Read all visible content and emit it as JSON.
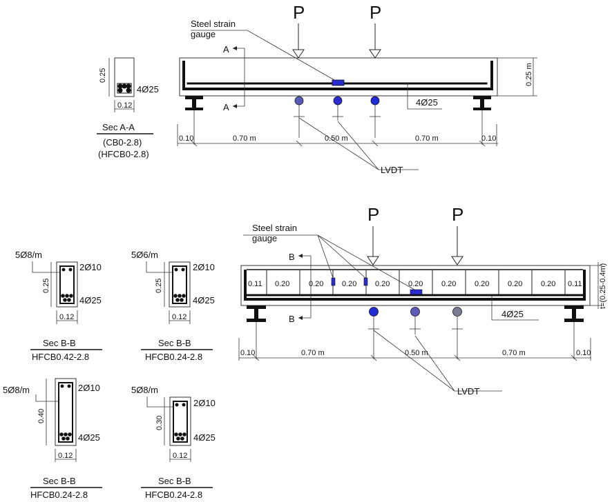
{
  "top": {
    "load_label": "P",
    "gauge_label_1": "Steel strain",
    "gauge_label_2": "gauge",
    "sec_label": "A",
    "bottom_bars": "4Ø25",
    "height_dim": "0.25 m",
    "dims": [
      "0.10",
      "0.70 m",
      "0.50 m",
      "0.70 m",
      "0.10"
    ],
    "lvdt": "LVDT",
    "section": {
      "height": "0.25",
      "width": "0.12",
      "bars": "4Ø25",
      "title": "Sec A-A",
      "sub1": "(CB0-2.8)",
      "sub2": "(HFCB0-2.8)"
    }
  },
  "bottom": {
    "load_label": "P",
    "gauge_label_1": "Steel strain",
    "gauge_label_2": "gauge",
    "sec_label": "B",
    "bottom_bars": "4Ø25",
    "height_dim": "t=(0.25-0.4m)",
    "stirrup_spacing": [
      "0.11",
      "0.20",
      "0.20",
      "0.20",
      "0.20",
      "0.20",
      "0.20",
      "0.20",
      "0.20",
      "0.20",
      "0.11"
    ],
    "dims": [
      "0.10",
      "0.70 m",
      "0.50 m",
      "0.70 m",
      "0.10"
    ],
    "lvdt": "LVDT"
  },
  "sections": [
    {
      "stirrup": "5Ø8/m",
      "top_bars": "2Ø10",
      "height": "0.25",
      "bottom_bars": "4Ø25",
      "width": "0.12",
      "title": "Sec B-B",
      "name": "HFCB0.42-2.8"
    },
    {
      "stirrup": "5Ø6/m",
      "top_bars": "2Ø10",
      "height": "0.25",
      "bottom_bars": "4Ø25",
      "width": "0.12",
      "title": "Sec B-B",
      "name": "HFCB0.24-2.8"
    },
    {
      "stirrup": "5Ø8/m",
      "top_bars": "2Ø10",
      "height": "0.40",
      "bottom_bars": "4Ø25",
      "width": "0.12",
      "title": "Sec B-B",
      "name": "HFCB0.24-2.8"
    },
    {
      "stirrup": "5Ø8/m",
      "top_bars": "2Ø10",
      "height": "0.30",
      "bottom_bars": "4Ø25",
      "width": "0.12",
      "title": "Sec B-B",
      "name": "HFCB0.24-2.8"
    }
  ],
  "colors": {
    "gauge": "#2b2bd0",
    "lvdt_dark": "#1f2bd6",
    "lvdt_mid": "#5a5ab8",
    "lvdt_grey": "#7b7b96"
  }
}
